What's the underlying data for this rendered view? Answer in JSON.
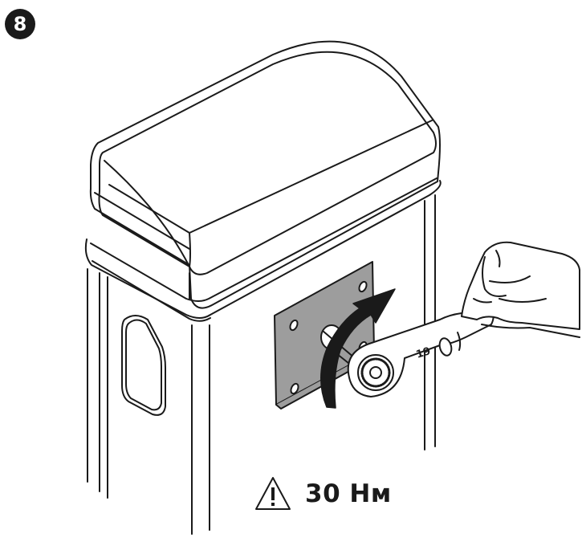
{
  "step": {
    "number": "8"
  },
  "wrench": {
    "size_label": "19"
  },
  "torque": {
    "value_label": "30 Нм",
    "warning_icon": "warning-triangle-icon"
  },
  "colors": {
    "line": "#1a1a1a",
    "plate": "#9d9d9d",
    "background": "#ffffff"
  }
}
